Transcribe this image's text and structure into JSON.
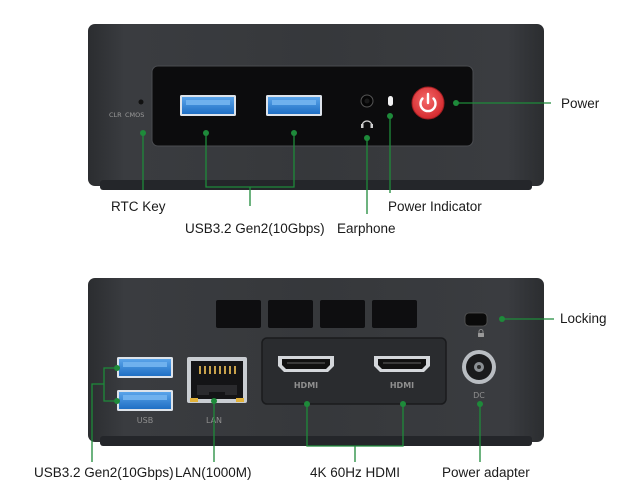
{
  "front": {
    "labels": {
      "power": "Power",
      "rtc_key": "RTC Key",
      "usb": "USB3.2 Gen2(10Gbps)",
      "earphone": "Earphone",
      "power_indicator": "Power Indicator"
    },
    "printed": {
      "clr": "CLR",
      "cmos": "CMOS"
    }
  },
  "back": {
    "labels": {
      "locking": "Locking",
      "usb": "USB3.2 Gen2(10Gbps)",
      "lan": "LAN(1000M)",
      "hdmi": "4K 60Hz HDMI",
      "power_adapter": "Power adapter"
    },
    "printed": {
      "usb": "USB",
      "lan": "LAN",
      "hdmi_1": "HDMI",
      "hdmi_2": "HDMI",
      "dc": "DC"
    }
  },
  "colors": {
    "callout_green": "#1e8a3a",
    "power_button_red": "#e8393c",
    "usb_blue": "#2f7fd0",
    "chassis": "#333538",
    "panel": "#0c0c0d"
  }
}
